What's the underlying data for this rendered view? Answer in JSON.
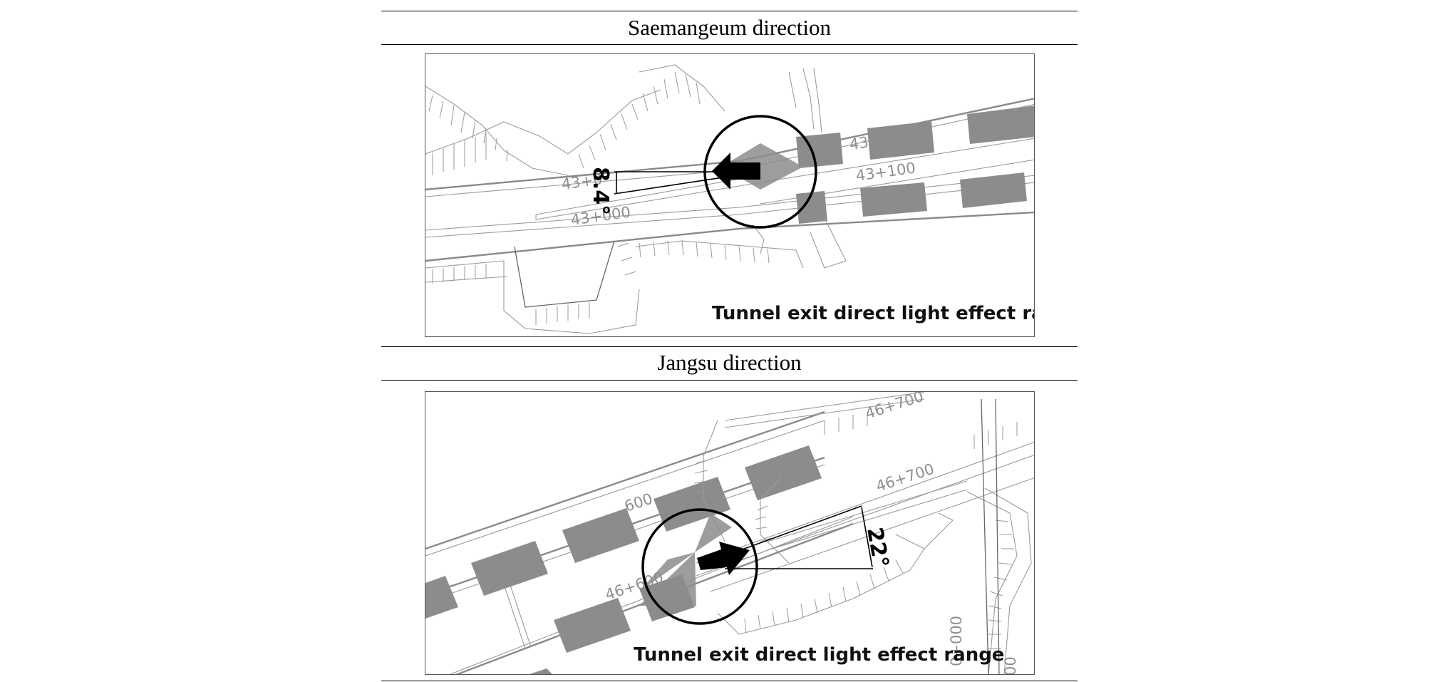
{
  "panels": [
    {
      "caption": "Saemangeum direction",
      "effect_label": "Tunnel exit direct light effect range",
      "angle_label": "8.4°",
      "stations": [
        "43+000",
        "43+100",
        "43+0",
        "43"
      ]
    },
    {
      "caption": "Jangsu direction",
      "effect_label": "Tunnel exit direct light effect range",
      "angle_label": "22°",
      "stations": [
        "46+700",
        "46+700",
        "46+600",
        "600",
        "0+000",
        "00"
      ]
    }
  ],
  "colors": {
    "lane_block": "#8c8c8c",
    "line": "#9a9a9a",
    "arrow": "#000000"
  }
}
